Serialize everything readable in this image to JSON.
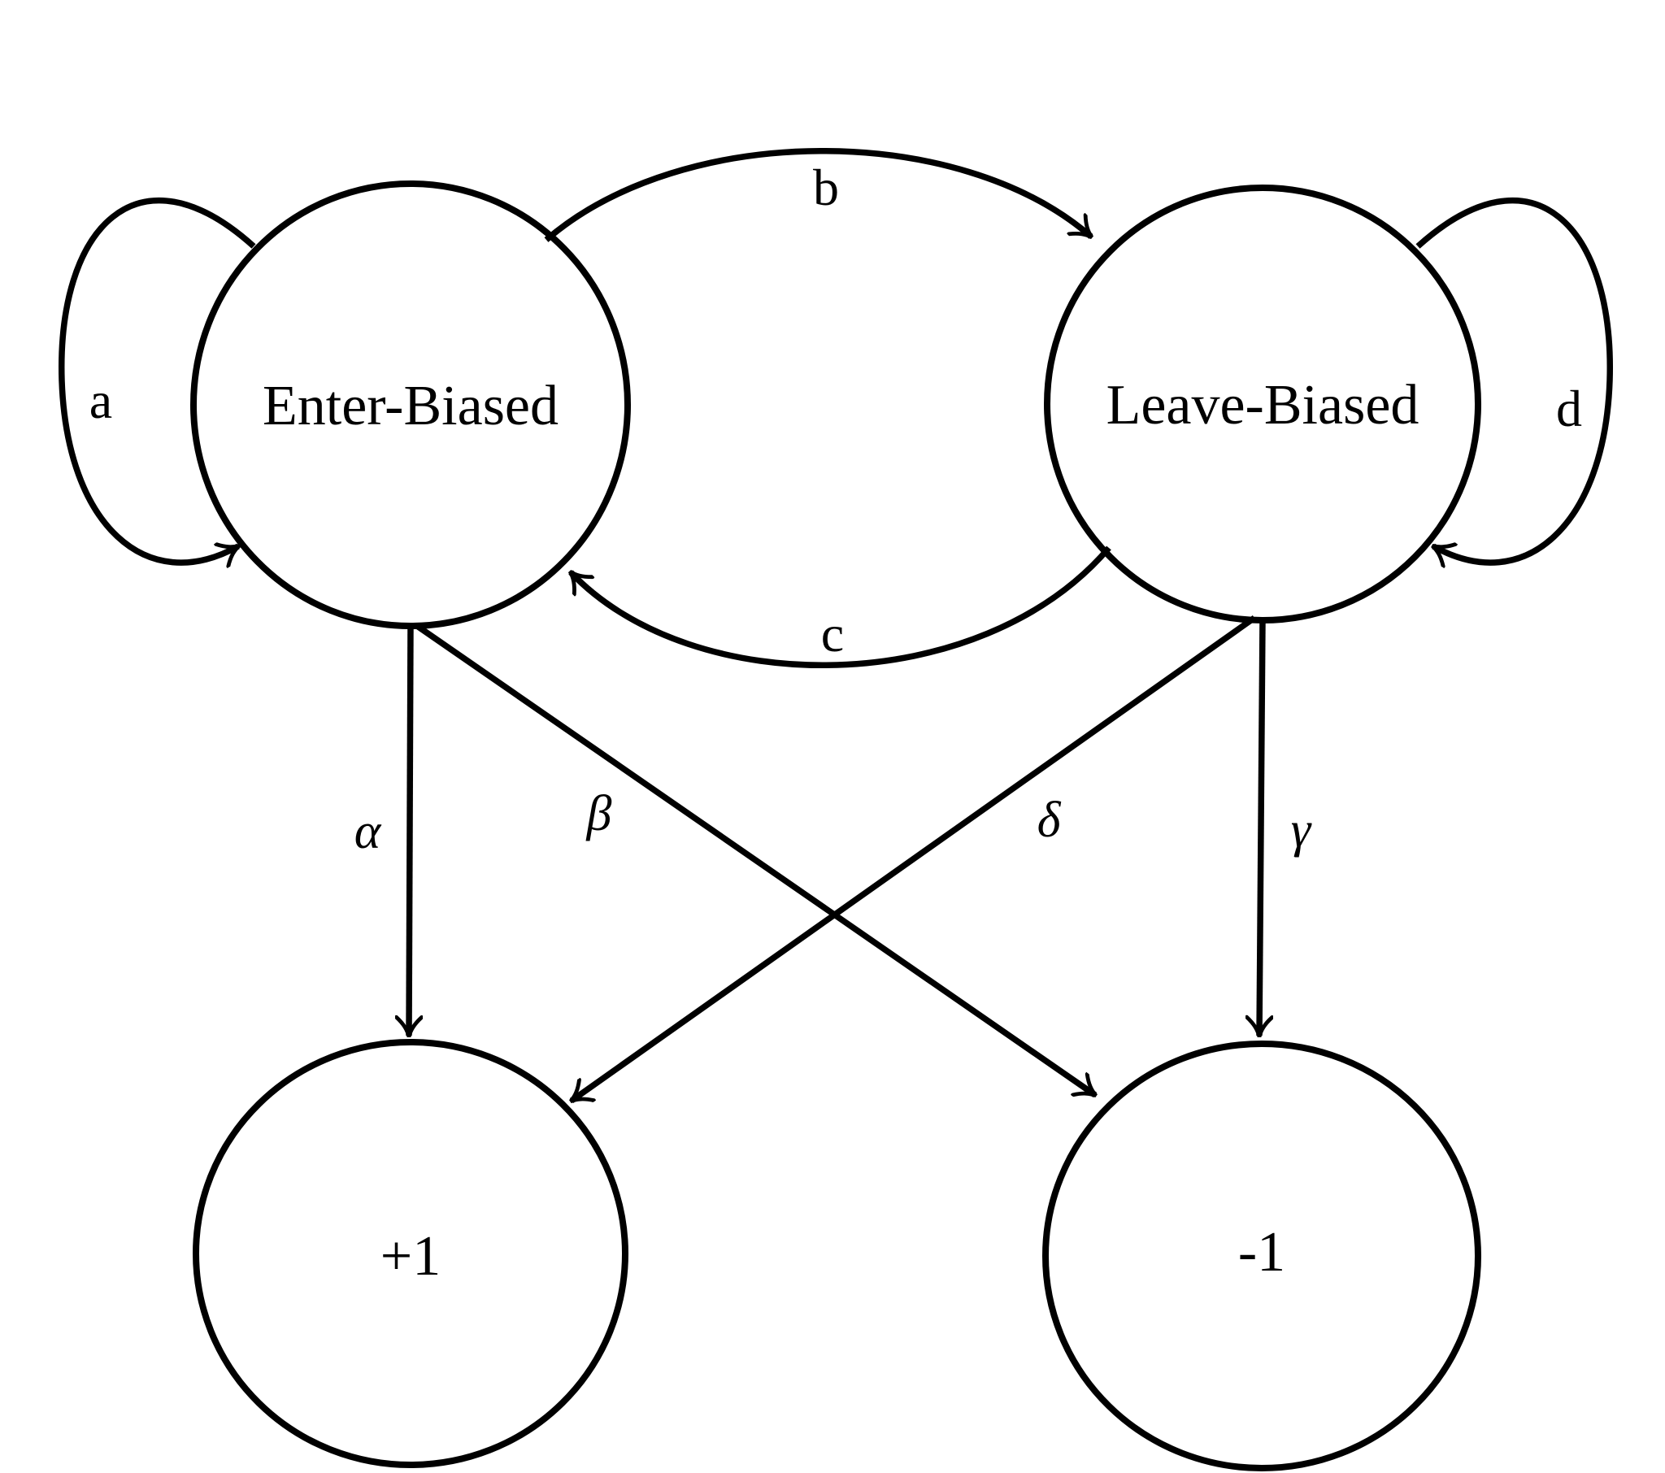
{
  "diagram": {
    "background_color": "#ffffff",
    "line_color": "#000000",
    "nodes": {
      "enter_biased": {
        "label": "Enter-Biased"
      },
      "leave_biased": {
        "label": "Leave-Biased"
      },
      "plus_one": {
        "label": "+1"
      },
      "minus_one": {
        "label": "-1"
      }
    },
    "edges": {
      "self_loop_enter": {
        "label": "a",
        "from": "Enter-Biased",
        "to": "Enter-Biased"
      },
      "enter_to_leave": {
        "label": "b",
        "from": "Enter-Biased",
        "to": "Leave-Biased"
      },
      "leave_to_enter": {
        "label": "c",
        "from": "Leave-Biased",
        "to": "Enter-Biased"
      },
      "self_loop_leave": {
        "label": "d",
        "from": "Leave-Biased",
        "to": "Leave-Biased"
      },
      "enter_to_plus_one": {
        "label": "α",
        "from": "Enter-Biased",
        "to": "+1"
      },
      "enter_to_minus_one": {
        "label": "β",
        "from": "Enter-Biased",
        "to": "-1"
      },
      "leave_to_plus_one": {
        "label": "δ",
        "from": "Leave-Biased",
        "to": "+1"
      },
      "leave_to_minus_one": {
        "label": "γ",
        "from": "Leave-Biased",
        "to": "-1"
      }
    }
  }
}
